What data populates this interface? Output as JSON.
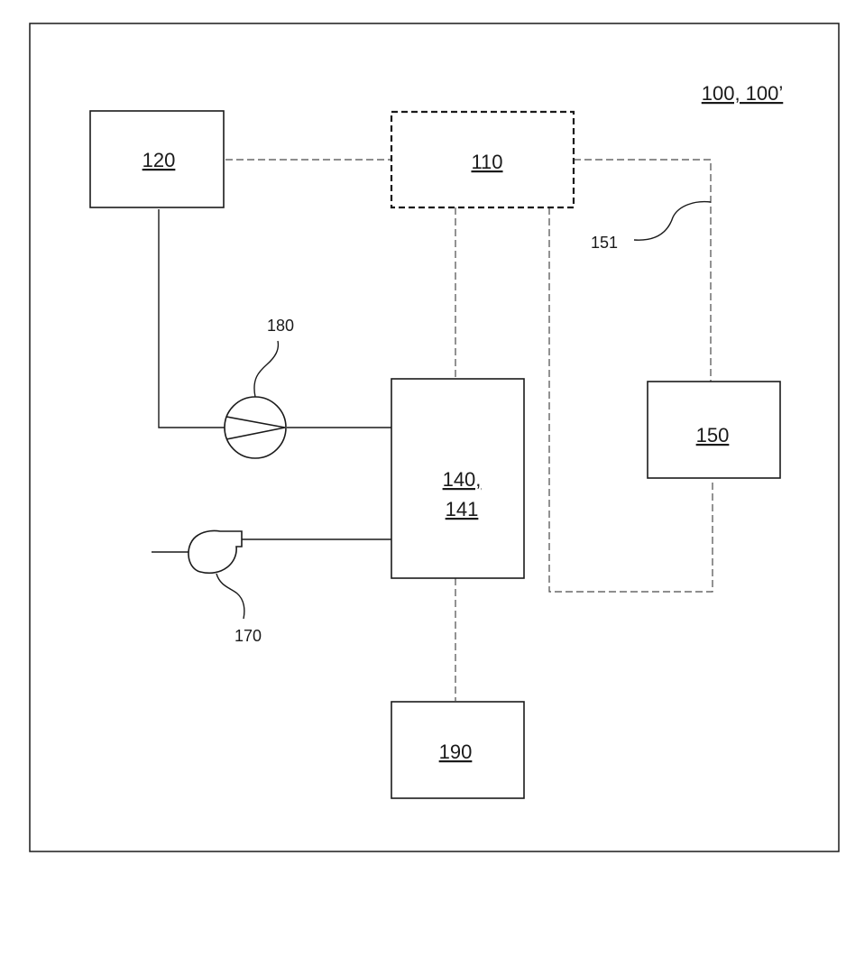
{
  "figure": {
    "system_label": "100, 100’",
    "blocks": {
      "b110": "110",
      "b120": "120",
      "b140_line1": "140,",
      "b140_line2": "141",
      "b150": "150",
      "b190": "190"
    },
    "references": {
      "pump": "180",
      "compressor": "170",
      "line_151": "151"
    }
  }
}
